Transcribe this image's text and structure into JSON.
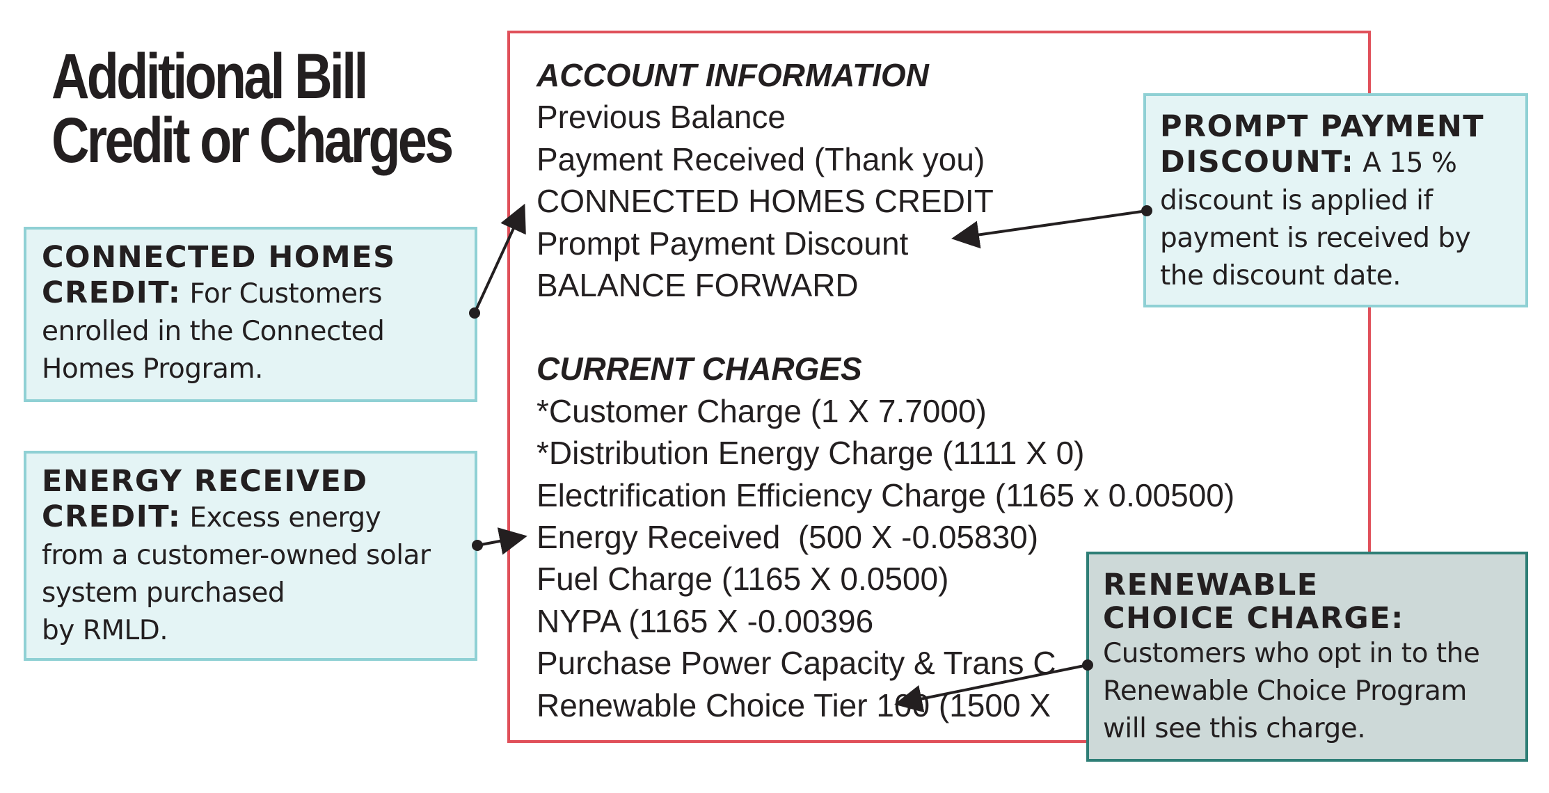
{
  "title": {
    "line1": "Additional Bill",
    "line2": "Credit or Charges"
  },
  "bill": {
    "account_heading": "ACCOUNT INFORMATION",
    "account_lines": [
      "Previous Balance",
      "Payment Received (Thank you)",
      "CONNECTED HOMES CREDIT",
      "Prompt Payment Discount",
      "BALANCE FORWARD"
    ],
    "charges_heading": "CURRENT CHARGES",
    "charges_lines": [
      "*Customer Charge (1 X 7.7000)",
      "*Distribution Energy Charge (1111 X 0)",
      "Electrification Efficiency Charge (1165 x 0.00500)",
      "Energy Received  (500 X -0.05830)",
      "Fuel Charge (1165 X 0.0500)",
      "NYPA (1165 X -0.00396",
      "Purchase Power Capacity & Trans C",
      "Renewable Choice Tier 100 (1500 X"
    ]
  },
  "callouts": {
    "connected_homes": {
      "head": "CONNECTED HOMES",
      "lead": "CREDIT:",
      "first": " For Customers",
      "lines": [
        "enrolled in the Connected",
        "Homes Program."
      ]
    },
    "energy_received": {
      "head": "ENERGY RECEIVED",
      "lead": "CREDIT:",
      "first": " Excess energy",
      "lines": [
        "from a customer-owned solar",
        "system purchased",
        "by RMLD."
      ]
    },
    "prompt_payment": {
      "head": "PROMPT PAYMENT",
      "lead": "DISCOUNT:",
      "first": " A 15 %",
      "lines": [
        "discount is applied if",
        "payment is received by",
        "the discount date."
      ]
    },
    "renewable_choice": {
      "head1": "RENEWABLE",
      "head2": "CHOICE CHARGE:",
      "lines": [
        "Customers who opt in to the",
        "Renewable Choice Program",
        "will see this charge."
      ]
    }
  },
  "colors": {
    "bill_border": "#e0505a",
    "callout_fill": "#e4f4f5",
    "callout_border": "#8fd0d4",
    "renewable_fill": "#cdd9d8",
    "renewable_border": "#2e7e76",
    "text": "#231f20"
  }
}
